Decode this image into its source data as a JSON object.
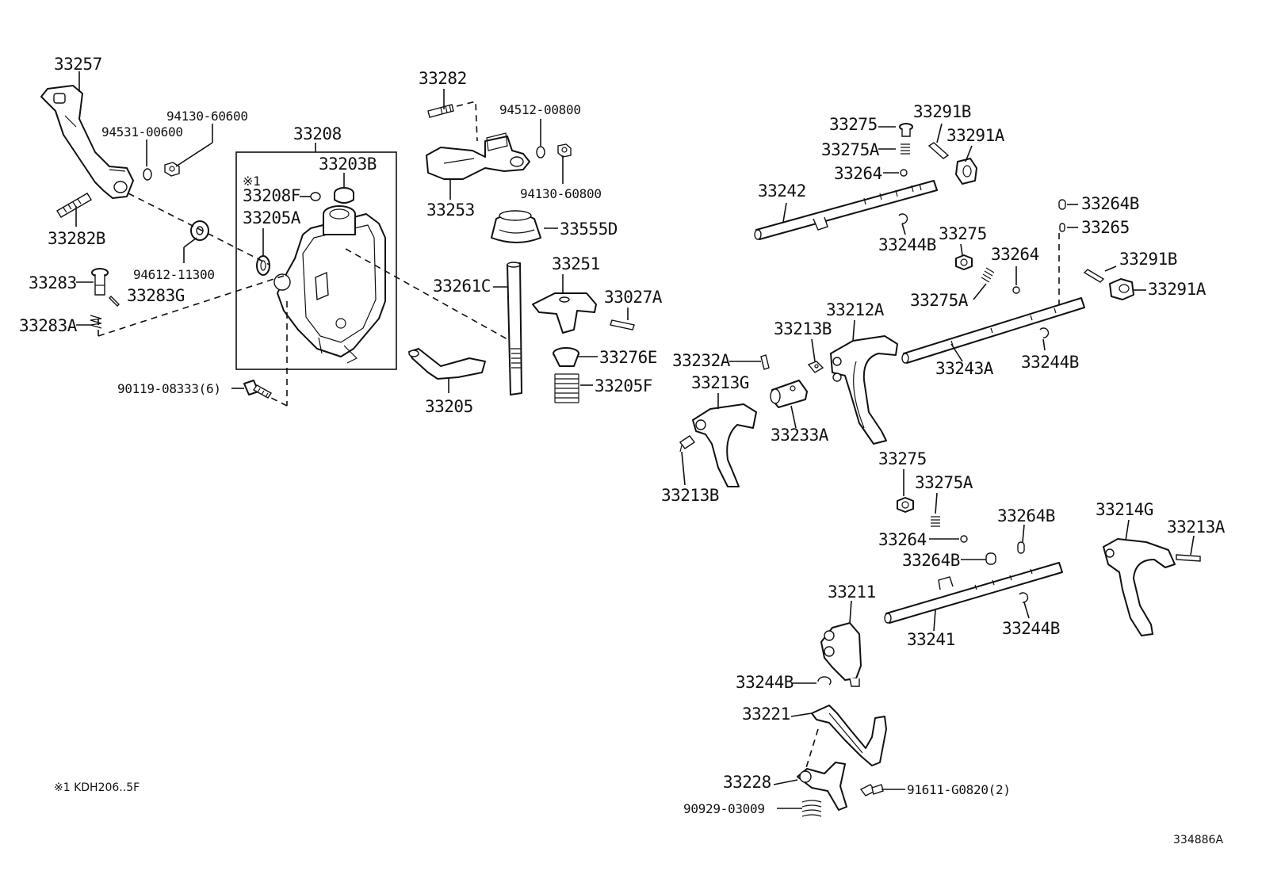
{
  "labels": {
    "p33257": "33257",
    "p94531_00600": "94531-00600",
    "p94130_60600": "94130-60600",
    "p33282B": "33282B",
    "p33283": "33283",
    "p33283G": "33283G",
    "p33283A": "33283A",
    "p33208": "33208",
    "p33203B": "33203B",
    "note_ref": "※1",
    "p33208F": "33208F",
    "p33205A": "33205A",
    "p94612_11300": "94612-11300",
    "p90119_08333": "90119-08333(6)",
    "p33282": "33282",
    "p94512_00800": "94512-00800",
    "p94130_60800": "94130-60800",
    "p33253": "33253",
    "p33555D": "33555D",
    "p33251": "33251",
    "p33261C": "33261C",
    "p33027A": "33027A",
    "p33276E": "33276E",
    "p33205F": "33205F",
    "p33205": "33205",
    "p33275_a": "33275",
    "p33291B_a": "33291B",
    "p33275A_a": "33275A",
    "p33291A_a": "33291A",
    "p33264_a": "33264",
    "p33242": "33242",
    "p33244B_a": "33244B",
    "p33264B_a": "33264B",
    "p33265": "33265",
    "p33275_b": "33275",
    "p33264_b": "33264",
    "p33291B_b": "33291B",
    "p33291A_b": "33291A",
    "p33275A_b": "33275A",
    "p33212A": "33212A",
    "p33213B_a": "33213B",
    "p33232A": "33232A",
    "p33243A": "33243A",
    "p33244B_b": "33244B",
    "p33213G": "33213G",
    "p33233A": "33233A",
    "p33213B_b": "33213B",
    "p33275_c": "33275",
    "p33275A_c": "33275A",
    "p33264B_b": "33264B",
    "p33214G": "33214G",
    "p33213A": "33213A",
    "p33264_c": "33264",
    "p33264B_c": "33264B",
    "p33211": "33211",
    "p33241": "33241",
    "p33244B_c": "33244B",
    "p33244B_d": "33244B",
    "p33221": "33221",
    "p33228": "33228",
    "p91611_G0820": "91611-G0820(2)",
    "p90929_03009": "90929-03009"
  },
  "footnote": "※1 KDH206..5F",
  "diagram_id": "334886A"
}
